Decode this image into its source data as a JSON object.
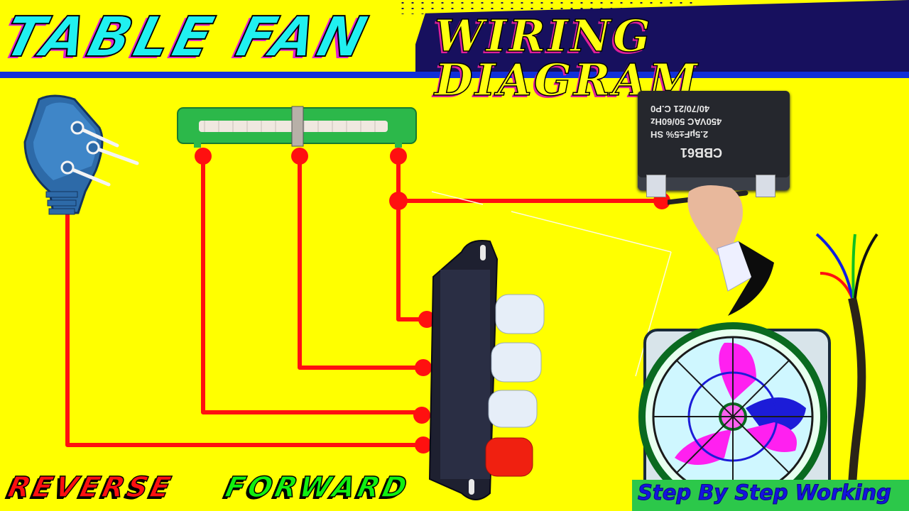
{
  "header": {
    "title_part1": "TABLE FAN",
    "title_part2": "WIRING DIAGRAM",
    "colors": {
      "part1": "#20f0f0",
      "part2": "#ffff10",
      "shadow": "#e020d0",
      "dark_panel": "#17105e",
      "rule": "#1030d8"
    }
  },
  "background_color": "#ffff00",
  "wire_color": "#ff1010",
  "components": {
    "plug": {
      "label": "3-pin plug",
      "pins": 3
    },
    "resistor": {
      "label": "Wire-wound resistor (regulator)",
      "taps": 3
    },
    "capacitor": {
      "model": "CBB61",
      "line1": "2.5µF±5%     SH",
      "line2": "450VAC     50/60Hz",
      "line3": "40/70/21       C.P0"
    },
    "switch": {
      "label": "4-button push switch",
      "buttons": [
        "white",
        "white",
        "white",
        "red"
      ]
    },
    "fan": {
      "label": "Table fan motor"
    },
    "cable": {
      "label": "Fan lead wires",
      "wire_colors": [
        "#ff1010",
        "#1020e0",
        "#10c020",
        "#111111"
      ]
    }
  },
  "labels": {
    "reverse": "REVERSE",
    "forward": "FORWARD",
    "step_banner": "Step By Step Working"
  },
  "connections": [
    {
      "from": "plug",
      "to": "switch.terminal_4"
    },
    {
      "from": "resistor.tap_1",
      "to": "switch.terminal_3"
    },
    {
      "from": "resistor.tap_2",
      "to": "switch.terminal_2"
    },
    {
      "from": "resistor.tap_3",
      "to": "switch.terminal_1"
    },
    {
      "from": "resistor.tap_3",
      "to": "capacitor.terminal_1"
    }
  ]
}
